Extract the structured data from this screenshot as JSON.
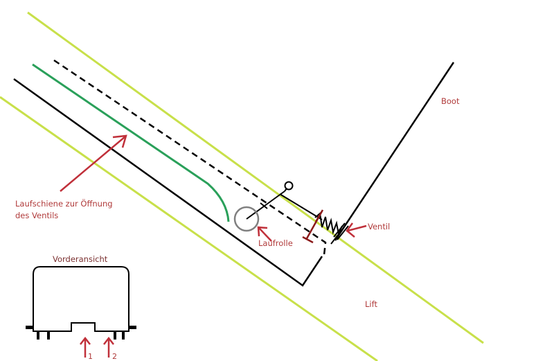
{
  "labels": {
    "boot": "Boot",
    "laufschiene_line1": "Laufschiene zur Öffnung",
    "laufschiene_line2": "des Ventils",
    "ventil": "Ventil",
    "laufrolle": "Laufrolle",
    "lift": "Lift",
    "vorderansicht": "Vorderansicht",
    "marker_1": "1",
    "marker_2": "2"
  },
  "colors": {
    "lift_rail": "#c8e04a",
    "guide_rail": "#2aa05a",
    "structure": "#000000",
    "annotation": "#c0303a",
    "roller": "#808080",
    "label_text": "#b03a3a"
  }
}
